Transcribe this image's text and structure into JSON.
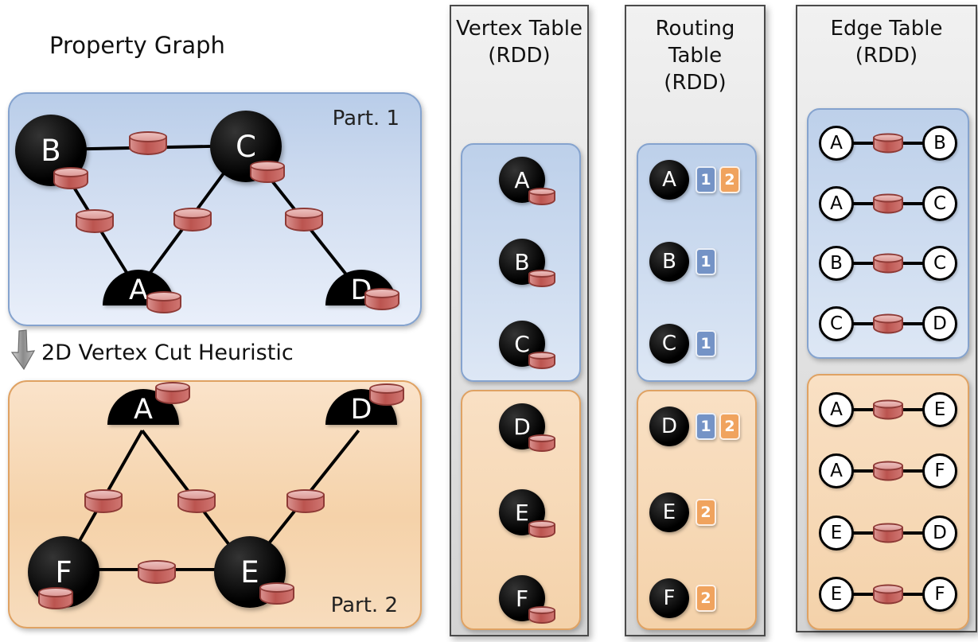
{
  "property_graph": {
    "title": "Property Graph",
    "cut_label": "2D Vertex Cut Heuristic",
    "part1": {
      "label": "Part. 1",
      "vertices": {
        "A": "A",
        "B": "B",
        "C": "C",
        "D": "D"
      }
    },
    "part2": {
      "label": "Part. 2",
      "vertices": {
        "A": "A",
        "D": "D",
        "E": "E",
        "F": "F"
      }
    }
  },
  "vertex_table": {
    "title_line1": "Vertex Table",
    "title_line2": "(RDD)",
    "part1": [
      "A",
      "B",
      "C"
    ],
    "part2": [
      "D",
      "E",
      "F"
    ]
  },
  "routing_table": {
    "title_line1": "Routing",
    "title_line2": "Table",
    "title_line3": "(RDD)",
    "part1": [
      {
        "vertex": "A",
        "partitions": [
          "1",
          "2"
        ]
      },
      {
        "vertex": "B",
        "partitions": [
          "1"
        ]
      },
      {
        "vertex": "C",
        "partitions": [
          "1"
        ]
      }
    ],
    "part2": [
      {
        "vertex": "D",
        "partitions": [
          "1",
          "2"
        ]
      },
      {
        "vertex": "E",
        "partitions": [
          "2"
        ]
      },
      {
        "vertex": "F",
        "partitions": [
          "2"
        ]
      }
    ]
  },
  "edge_table": {
    "title_line1": "Edge Table",
    "title_line2": "(RDD)",
    "part1": [
      {
        "src": "A",
        "dst": "B"
      },
      {
        "src": "A",
        "dst": "C"
      },
      {
        "src": "B",
        "dst": "C"
      },
      {
        "src": "C",
        "dst": "D"
      }
    ],
    "part2": [
      {
        "src": "A",
        "dst": "E"
      },
      {
        "src": "A",
        "dst": "F"
      },
      {
        "src": "E",
        "dst": "D"
      },
      {
        "src": "E",
        "dst": "F"
      }
    ]
  },
  "colors": {
    "partition1_fill": "#cdddf1",
    "partition1_border": "#85a3ce",
    "partition2_fill": "#f7d9b6",
    "partition2_border": "#dfa263",
    "column_fill": "#e2e2e2",
    "column_border": "#4a4a4a",
    "cylinder_body": "#c05e5a",
    "cylinder_top": "#e3a6a4",
    "cylinder_border": "#8e3a36",
    "routing_chip_part1": "#7493c6",
    "routing_chip_part2": "#f0a35e",
    "vertex_fill": "#000000",
    "edge_color": "#000000"
  }
}
